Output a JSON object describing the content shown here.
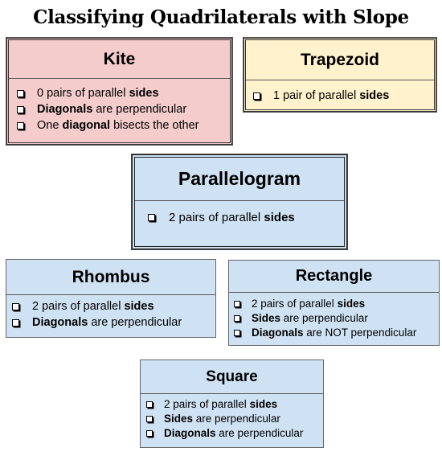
{
  "title": "Classifying Quadrilaterals with Slope",
  "boxes": [
    {
      "id": "kite",
      "name": "Kite",
      "color": "#f4cccc",
      "items": [
        {
          "pre": "0 pairs of parallel ",
          "bold": "sides",
          "post": ""
        },
        {
          "pre": "",
          "bold": "Diagonals",
          "post": " are perpendicular"
        },
        {
          "pre": "One ",
          "bold": "diagonal",
          "post": " bisects the other"
        }
      ]
    },
    {
      "id": "trap",
      "name": "Trapezoid",
      "color": "#fff2cc",
      "items": [
        {
          "pre": "1 pair of parallel ",
          "bold": "sides",
          "post": ""
        }
      ]
    },
    {
      "id": "para",
      "name": "Parallelogram",
      "color": "#cfe2f3",
      "items": [
        {
          "pre": "2 pairs of parallel ",
          "bold": "sides",
          "post": ""
        }
      ]
    },
    {
      "id": "rhom",
      "name": "Rhombus",
      "color": "#cfe2f3",
      "items": [
        {
          "pre": "2 pairs of parallel ",
          "bold": "sides",
          "post": ""
        },
        {
          "pre": "",
          "bold": "Diagonals",
          "post": " are perpendicular"
        }
      ]
    },
    {
      "id": "rect",
      "name": "Rectangle",
      "color": "#cfe2f3",
      "items": [
        {
          "pre": "2 pairs of parallel ",
          "bold": "sides",
          "post": ""
        },
        {
          "pre": "",
          "bold": "Sides",
          "post": " are perpendicular"
        },
        {
          "pre": "",
          "bold": "Diagonals",
          "post": " are NOT perpendicular"
        }
      ]
    },
    {
      "id": "sq",
      "name": "Square",
      "color": "#cfe2f3",
      "items": [
        {
          "pre": "2 pairs of parallel ",
          "bold": "sides",
          "post": ""
        },
        {
          "pre": "",
          "bold": "Sides",
          "post": " are perpendicular"
        },
        {
          "pre": "",
          "bold": "Diagonals",
          "post": " are perpendicular"
        }
      ]
    }
  ]
}
